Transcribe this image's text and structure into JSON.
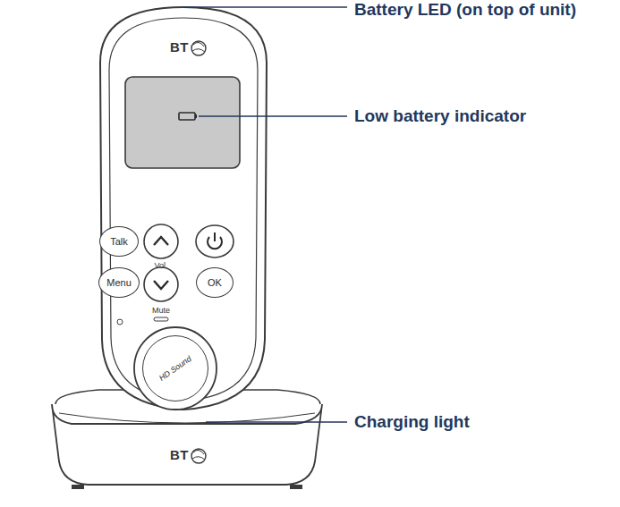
{
  "diagram": {
    "nodes": [
      {
        "text": [
          "Talk"
        ]
      },
      {
        "text": [
          "Menu"
        ]
      },
      {
        "text": [
          "OK"
        ]
      },
      {
        "text": [
          "HD Sound"
        ]
      }
    ],
    "labels": [
      "Battery LED (on top of unit)",
      "Low battery indicator",
      "Charging light",
      "BT",
      "Vol.",
      "Mute",
      "BT"
    ]
  }
}
